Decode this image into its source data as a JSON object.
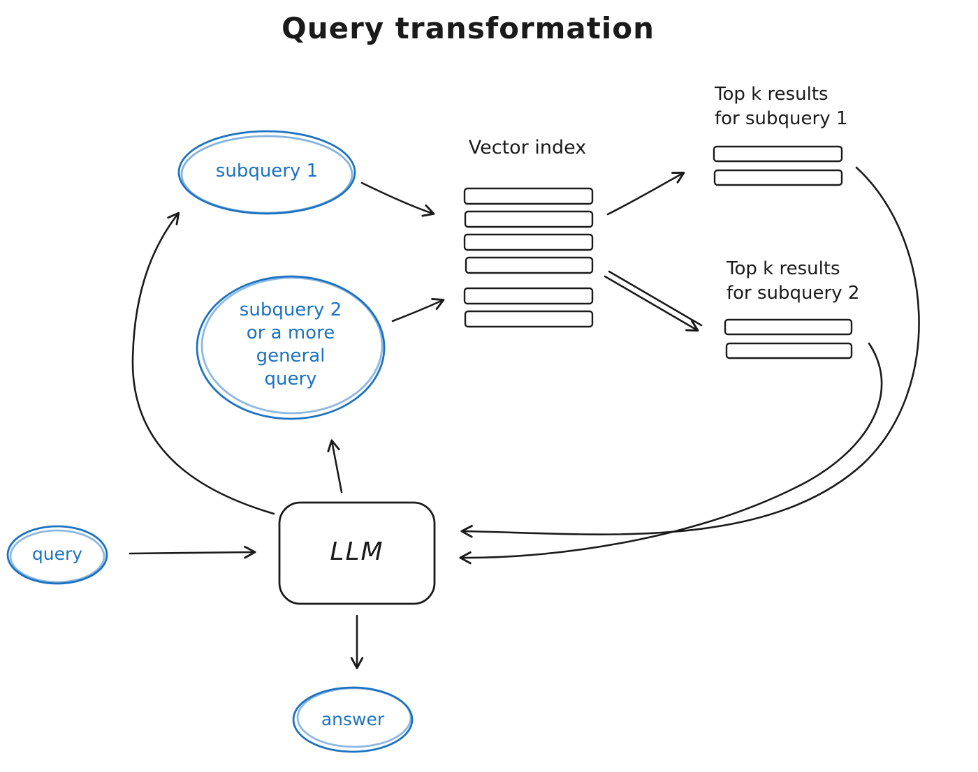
{
  "title": "Query transformation",
  "nodes": {
    "subquery1": {
      "label": "subquery 1"
    },
    "subquery2": {
      "lines": [
        "subquery 2",
        "or a more",
        "general",
        "query"
      ]
    },
    "query": {
      "label": "query"
    },
    "answer": {
      "label": "answer"
    },
    "llm": {
      "label": "LLM"
    }
  },
  "labels": {
    "vector_index": "Vector index",
    "topk1_line1": "Top k results",
    "topk1_line2": "for subquery 1",
    "topk2_line1": "Top k results",
    "topk2_line2": "for subquery 2"
  },
  "colors": {
    "accent_blue": "#1c72c2",
    "ink": "#1a1a1a"
  }
}
